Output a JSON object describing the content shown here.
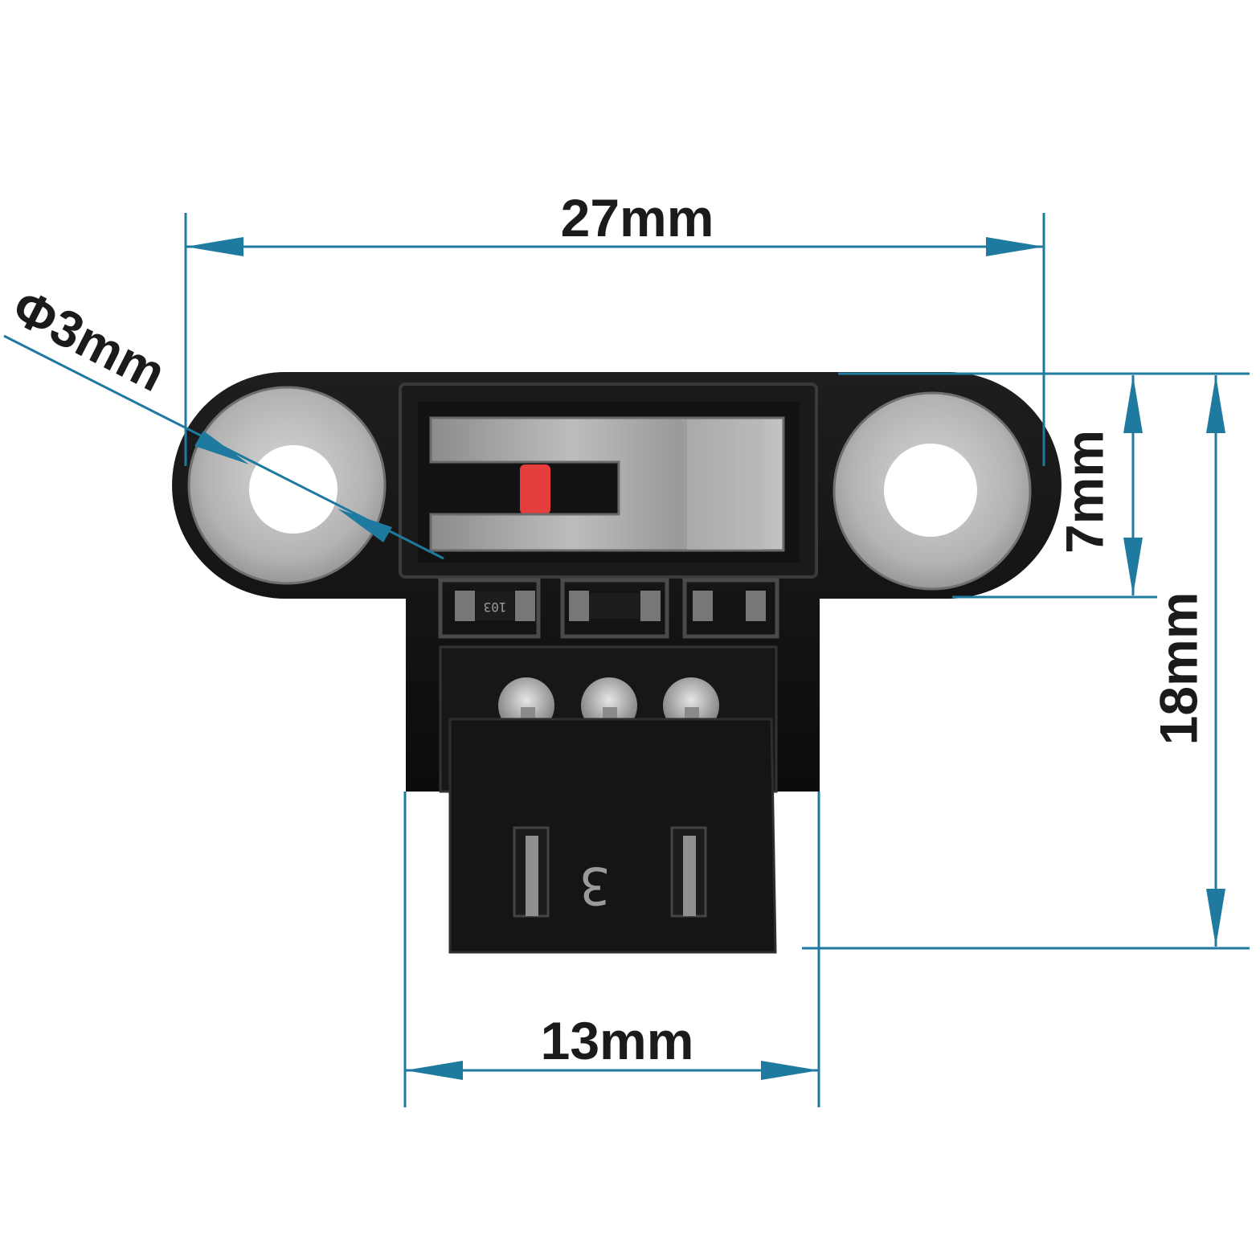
{
  "colors": {
    "dimension_line": "#1f7aa0",
    "label_text": "#1b1b1b",
    "pcb_black": "#141414",
    "metal_ring": "#b9b9b9",
    "lever_metal": "#a8a8a8",
    "actuator_red": "#e53c3c"
  },
  "dimensions": {
    "overall_width": "27mm",
    "hole_diameter": "Φ3mm",
    "hole_span": "7mm",
    "overall_height": "18mm",
    "connector_width": "13mm"
  },
  "component_markings": {
    "resistor_code": "103",
    "connector_pin_count": "3"
  }
}
